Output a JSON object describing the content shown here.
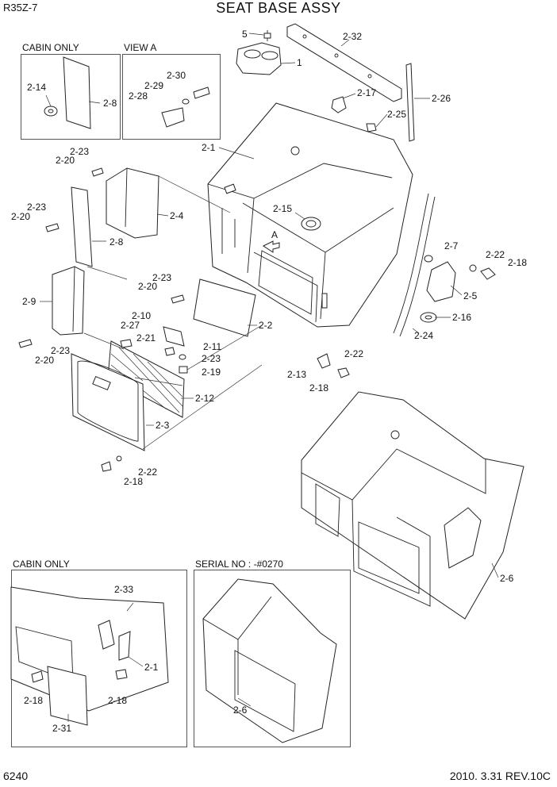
{
  "header": {
    "model": "R35Z-7",
    "title": "SEAT BASE ASSY"
  },
  "footer": {
    "page": "6240",
    "revision": "2010. 3.31  REV.10C"
  },
  "insets": {
    "cabin_only_top": "CABIN ONLY",
    "view_a": "VIEW A",
    "cabin_only_bottom": "CABIN ONLY",
    "serial_no": "SERIAL NO : -#0270"
  },
  "view_marker": "A",
  "part_labels": {
    "p5": "5",
    "p2_32": "2-32",
    "p1": "1",
    "p2_17": "2-17",
    "p2_25": "2-25",
    "p2_26": "2-26",
    "p2_1": "2-1",
    "p2_14": "2-14",
    "p2_8a": "2-8",
    "p2_30": "2-30",
    "p2_29": "2-29",
    "p2_28": "2-28",
    "p2_23a": "2-23",
    "p2_20a": "2-20",
    "p2_4": "2-4",
    "p2_23b": "2-23",
    "p2_20b": "2-20",
    "p2_8b": "2-8",
    "p2_15": "2-15",
    "p2_9": "2-9",
    "p2_23c": "2-23",
    "p2_20c": "2-20",
    "p2_2": "2-2",
    "p2_10": "2-10",
    "p2_27": "2-27",
    "p2_21": "2-21",
    "p2_11": "2-11",
    "p2_23d": "2-23",
    "p2_23e": "2-23",
    "p2_20d": "2-20",
    "p2_19": "2-19",
    "p2_12": "2-12",
    "p2_3": "2-3",
    "p2_22a": "2-22",
    "p2_18a": "2-18",
    "p2_7": "2-7",
    "p2_22b": "2-22",
    "p2_18b": "2-18",
    "p2_5": "2-5",
    "p2_16": "2-16",
    "p2_24": "2-24",
    "p2_22c": "2-22",
    "p2_13": "2-13",
    "p2_18c": "2-18",
    "p2_6a": "2-6",
    "p2_33": "2-33",
    "p2_1b": "2-1",
    "p2_18d": "2-18",
    "p2_18e": "2-18",
    "p2_31": "2-31",
    "p2_6b": "2-6"
  }
}
